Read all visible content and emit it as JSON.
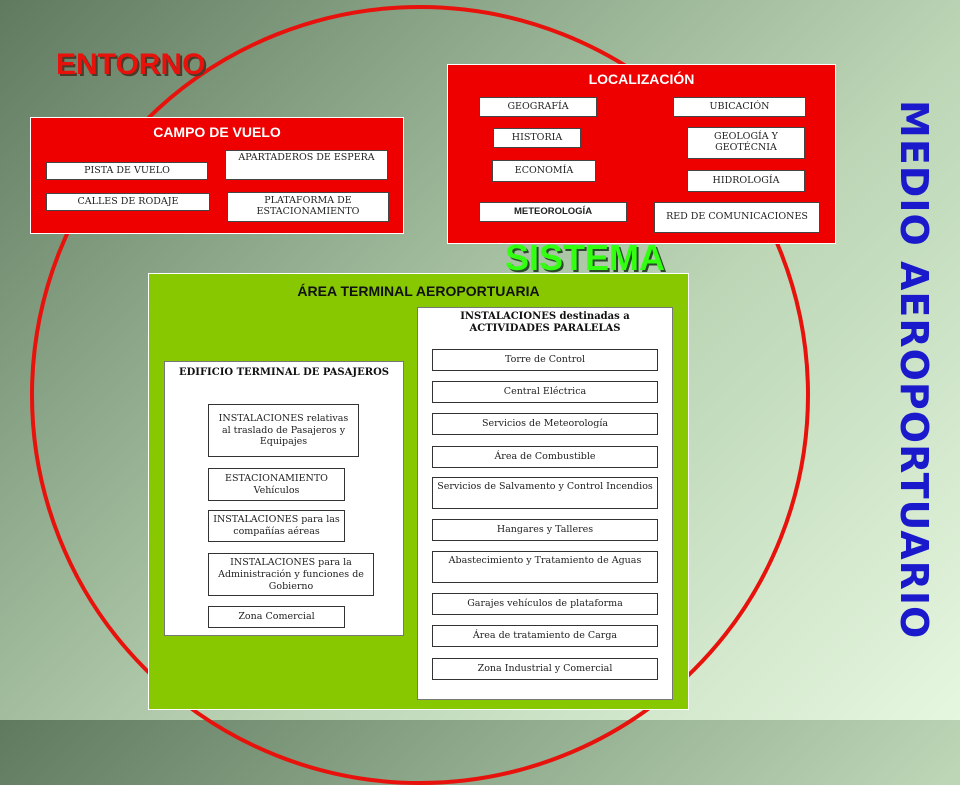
{
  "entorno": "ENTORNO",
  "medio": "MEDIO AEROPORTUARIO",
  "sistema": "SISTEMA",
  "campo": {
    "title": "CAMPO DE VUELO",
    "items": [
      "PISTA DE VUELO",
      "APARTADEROS DE ESPERA",
      "CALLES DE RODAJE",
      "PLATAFORMA DE ESTACIONAMIENTO"
    ]
  },
  "localizacion": {
    "title": "LOCALIZACIÓN",
    "items": [
      "GEOGRAFÍA",
      "UBICACIÓN",
      "HISTORIA",
      "GEOLOGÍA Y GEOTÉCNIA",
      "ECONOMÍA",
      "HIDROLOGÍA",
      "METEOROLOGÍA",
      "RED DE COMUNICACIONES"
    ]
  },
  "area": {
    "title": "ÁREA TERMINAL AEROPORTUARIA",
    "edificio": {
      "title": "EDIFICIO TERMINAL DE PASAJEROS",
      "items": [
        "INSTALACIONES relativas al traslado de Pasajeros y Equipajes",
        "ESTACIONAMIENTO Vehículos",
        "INSTALACIONES para las compañías aéreas",
        "INSTALACIONES para la Administración y funciones de Gobierno",
        "Zona Comercial"
      ]
    },
    "actividades": {
      "title": "INSTALACIONES destinadas a ACTIVIDADES PARALELAS",
      "items": [
        "Torre de Control",
        "Central Eléctrica",
        "Servicios de Meteorología",
        "Área de Combustible",
        "Servicios de Salvamento y Control Incendios",
        "Hangares y Talleres",
        "Abastecimiento y Tratamiento de Aguas",
        "Garajes vehículos de plataforma",
        "Área de tratamiento de Carga",
        "Zona Industrial y Comercial"
      ]
    }
  },
  "colors": {
    "red": "#ee0000",
    "green": "#88c800",
    "blue": "#1a1acc",
    "sistema": "#33ff11"
  }
}
